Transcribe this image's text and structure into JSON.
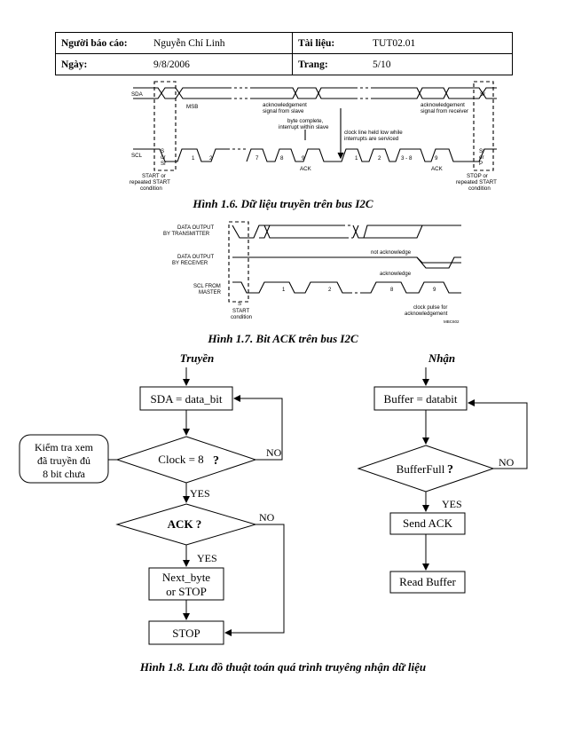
{
  "header": {
    "reporter_label": "Người báo cáo:",
    "reporter_value": "Nguyễn Chí Linh",
    "doc_label": "Tài liệu:",
    "doc_value": "TUT02.01",
    "date_label": "Ngày:",
    "date_value": "9/8/2006",
    "page_label": "Trang:",
    "page_value": "5/10"
  },
  "figure_1_6": {
    "caption": "Hình 1.6. Dữ liệu truyền trên bus I2C",
    "sda": "SDA",
    "scl": "SCL",
    "msb": "MSB",
    "ack_slave": [
      "acknowledgement",
      "signal from slave"
    ],
    "ack_receiver": [
      "acknowledgement",
      "signal from receiver"
    ],
    "byte_complete": [
      "byte complete,",
      "interrupt within slave"
    ],
    "clock_held": [
      "clock line held low while",
      "interrupts are serviced"
    ],
    "sr": "Sr",
    "sr_or_p": [
      "Sr",
      "or",
      "P"
    ],
    "s_or_sr": [
      "S",
      "or",
      "Sr"
    ],
    "clk_a": [
      "1",
      "2",
      "7",
      "8",
      "9"
    ],
    "clk_b": [
      "1",
      "2",
      "3 - 8",
      "9"
    ],
    "ack": "ACK",
    "start_text": [
      "START or",
      "repeated START",
      "condition"
    ],
    "stop_text": [
      "STOP or",
      "repeated START",
      "condition"
    ]
  },
  "figure_1_7": {
    "caption": "Hình 1.7. Bit ACK trên bus I2C",
    "data_tx": [
      "DATA OUTPUT",
      "BY TRANSMITTER"
    ],
    "data_rx": [
      "DATA OUTPUT",
      "BY RECEIVER"
    ],
    "scl_master": [
      "SCL FROM",
      "MASTER"
    ],
    "not_ack": "not acknowledge",
    "ack": "acknowledge",
    "clk": [
      "1",
      "2",
      "8",
      "9"
    ],
    "s": "S",
    "start": [
      "START",
      "condition"
    ],
    "clock_pulse": [
      "clock pulse for",
      "acknowledgement"
    ],
    "code": "MBC602"
  },
  "figure_1_8": {
    "caption": "Hình 1.8. Lưu đồ thuật toán quá trình truyêng nhận dữ liệu",
    "title_tx": "Truyền",
    "title_rx": "Nhận",
    "sda_box": "SDA = data_bit",
    "note": [
      "Kiểm tra xem",
      "đã truyền đủ",
      "8 bit chưa"
    ],
    "clock_diamond": "Clock = 8",
    "q": "?",
    "no": "NO",
    "yes": "YES",
    "ack_diamond": "ACK ?",
    "next_box": [
      "Next_byte",
      "or STOP"
    ],
    "stop_box": "STOP",
    "buffer_box": "Buffer = databit",
    "bufferfull": "BufferFull",
    "send_ack": "Send ACK",
    "read_buffer": "Read Buffer"
  }
}
